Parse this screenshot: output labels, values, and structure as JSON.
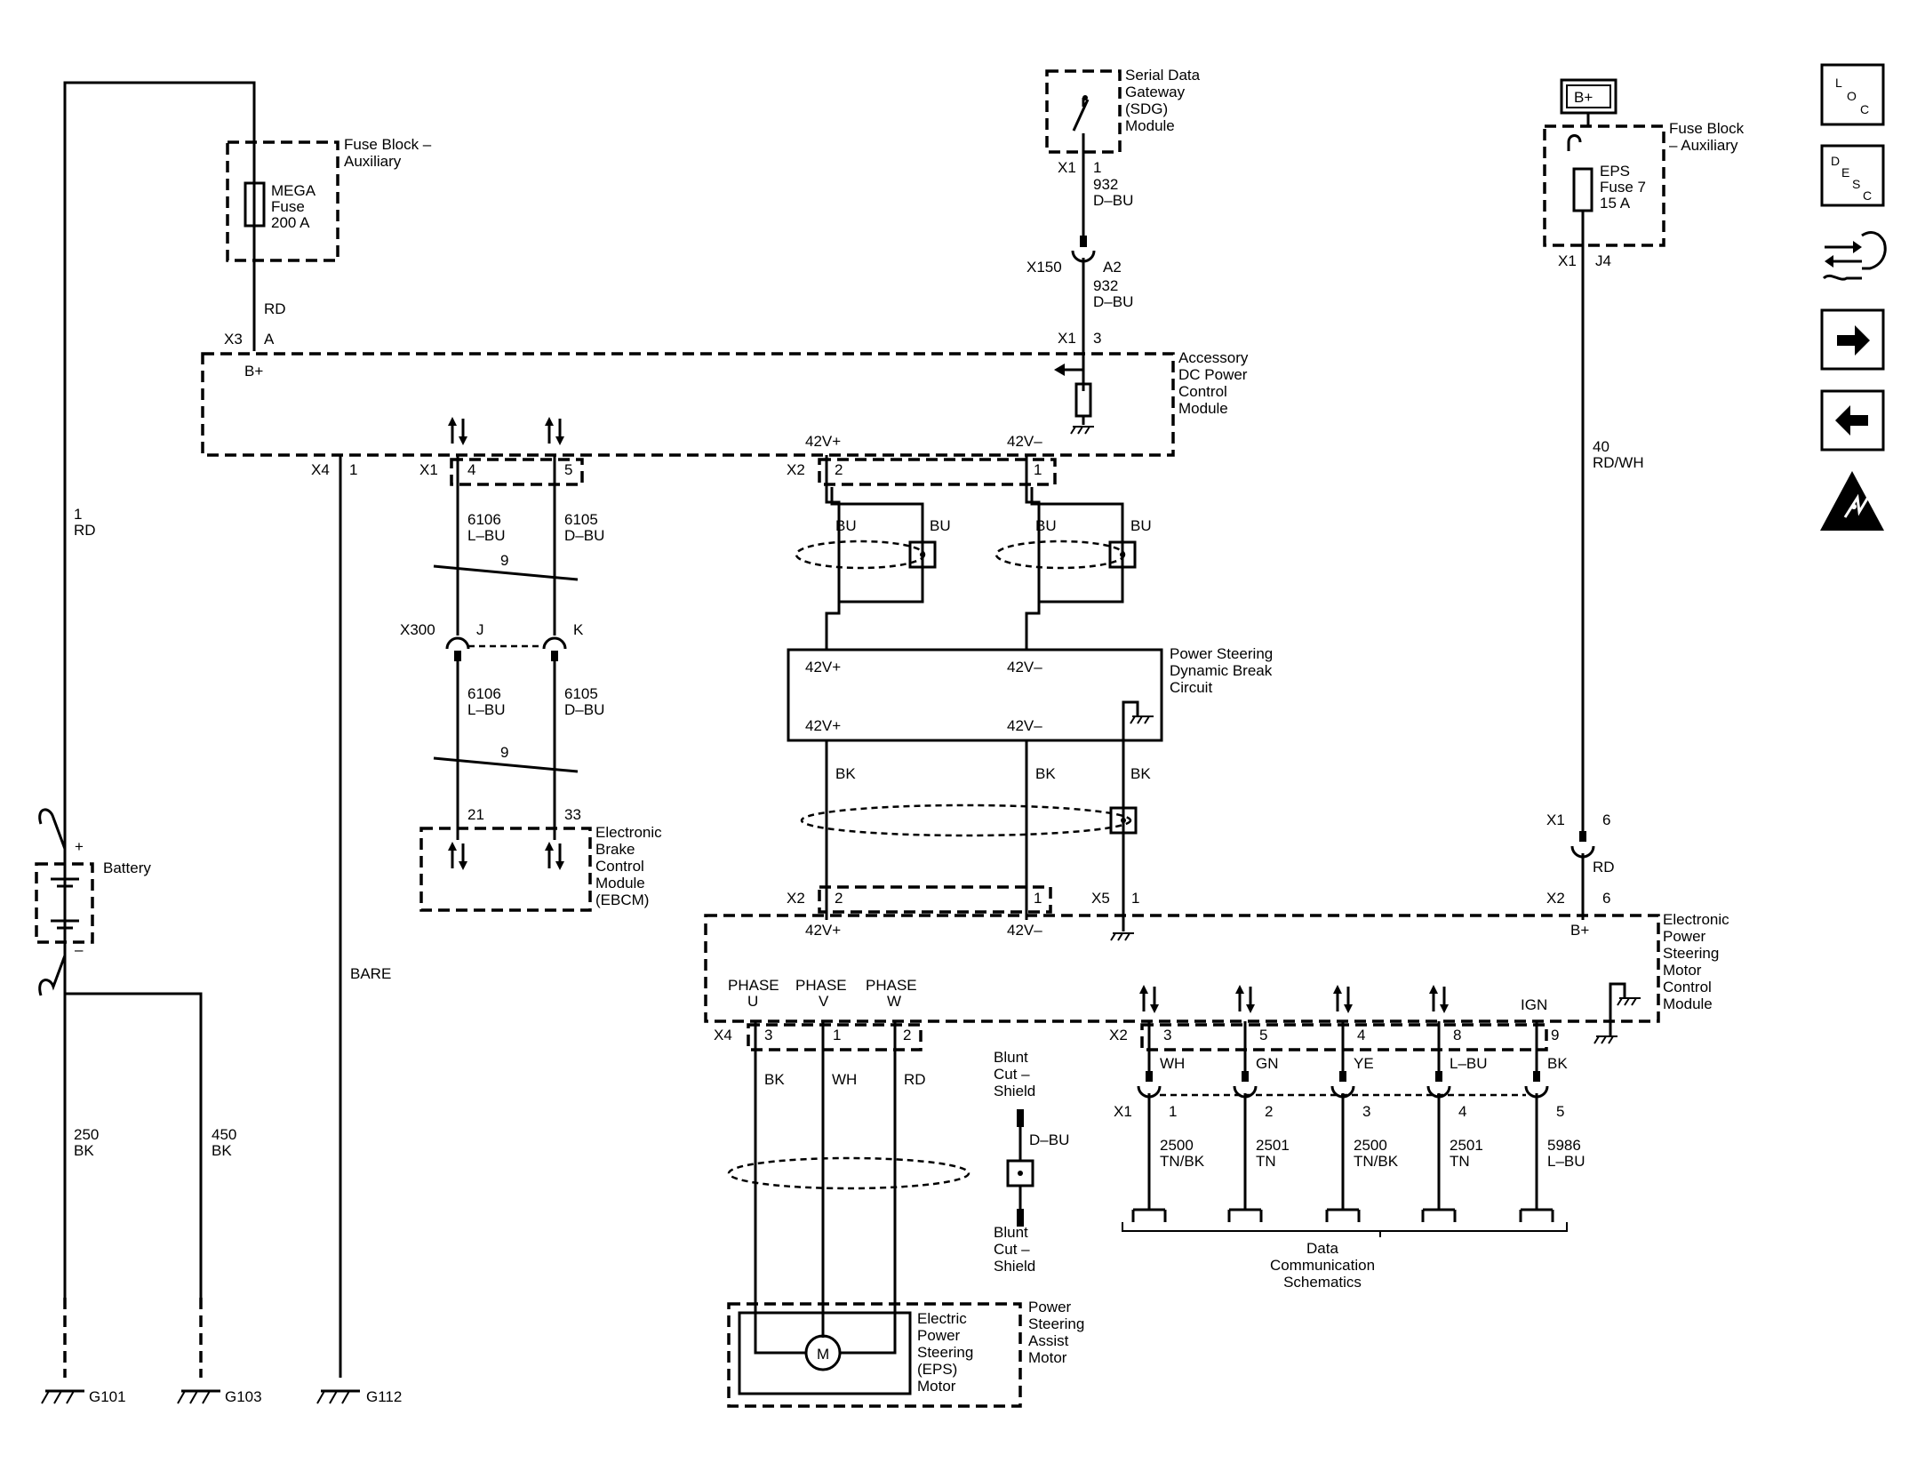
{
  "nav": {
    "loc": "LOC",
    "desc": "DESC",
    "icons": [
      "loc-icon",
      "desc-icon",
      "connector-hand-icon",
      "next-arrow-icon",
      "previous-arrow-icon",
      "esd-warning-icon"
    ]
  },
  "components": {
    "fuse_aux_left": "Fuse Block – Auxiliary",
    "mega_fuse": [
      "MEGA",
      "Fuse",
      "200 A"
    ],
    "sdg": "Serial Data Gateway (SDG) Module",
    "fuse_aux_right": "Fuse Block – Auxiliary",
    "eps_fuse": [
      "EPS",
      "Fuse 7",
      "15 A"
    ],
    "bplus_box": "B+",
    "accessory_dc": "Accessory DC Power Control Module",
    "battery": "Battery",
    "ps_dynamic_break": "Power Steering Dynamic Break Circuit",
    "ebcm": "Electronic Brake Control Module (EBCM)",
    "epsm": "Electronic Power Steering Motor Control Module",
    "blunt_cut_top": "Blunt Cut – Shield",
    "blunt_cut_bottom": "Blunt Cut – Shield",
    "eps_motor": "Electric Power Steering (EPS) Motor",
    "ps_assist_motor": "Power Steering Assist Motor",
    "data_comm": "Data Communication Schematics",
    "motor_symbol": "M"
  },
  "wires": {
    "rd_left_num": "1",
    "rd_left_color": "RD",
    "mega_out": "RD",
    "w932_num": "932",
    "w932_color": "D–BU",
    "w40_num": "40",
    "w40_color": "RD/WH",
    "w6106_num": "6106",
    "w6106_color": "L–BU",
    "w6105_num": "6105",
    "w6105_color": "D–BU",
    "twist": "9",
    "bare": "BARE",
    "w250_num": "250",
    "w250_color": "BK",
    "w450_num": "450",
    "w450_color": "BK",
    "bu": "BU",
    "bk": "BK",
    "wh": "WH",
    "rd": "RD",
    "dbu": "D–BU",
    "gn": "GN",
    "ye": "YE",
    "lbu": "L–BU",
    "w2500": "2500",
    "tnbk": "TN/BK",
    "w2501": "2501",
    "tn": "TN",
    "w5986": "5986"
  },
  "pins": {
    "x1": "X1",
    "x2": "X2",
    "x3": "X3",
    "x4": "X4",
    "x5": "X5",
    "x150": "X150",
    "x300": "X300",
    "a": "A",
    "a2": "A2",
    "j": "J",
    "k": "K",
    "j4": "J4",
    "p1": "1",
    "p2": "2",
    "p3": "3",
    "p4": "4",
    "p5": "5",
    "p6": "6",
    "p8": "8",
    "p9": "9",
    "p21": "21",
    "p33": "33",
    "bplus": "B+",
    "v42p": "42V+",
    "v42m": "42V–",
    "phase": "PHASE",
    "u": "U",
    "v": "V",
    "w": "W",
    "ign": "IGN",
    "plus": "+",
    "minus": "–"
  },
  "grounds": {
    "g101": "G101",
    "g103": "G103",
    "g112": "G112"
  }
}
